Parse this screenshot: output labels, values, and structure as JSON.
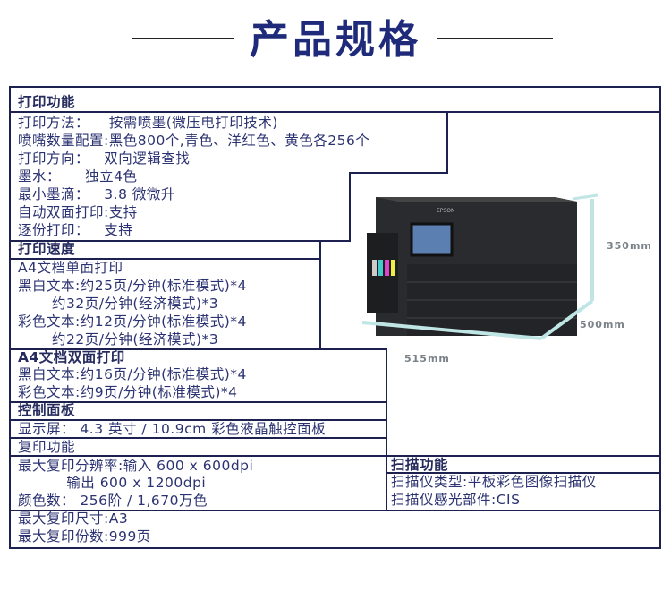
{
  "title": "产品规格",
  "sections": {
    "print_function": {
      "header": "打印功能",
      "rows": [
        "打印方法：    按需喷墨(微压电打印技术)",
        "喷嘴数量配置:黑色800个,青色、洋红色、黄色各256个",
        "打印方向：   双向逻辑查找",
        "墨水：     独立4色",
        "最小墨滴：   3.8 微微升",
        "自动双面打印:支持",
        "逐份打印：   支持"
      ]
    },
    "print_speed": {
      "header": "打印速度",
      "rows": [
        "A4文档单面打印",
        "黑白文本:约25页/分钟(标准模式)*4",
        "       约32页/分钟(经济模式)*3",
        "彩色文本:约12页/分钟(标准模式)*4",
        "       约22页/分钟(经济模式)*3"
      ]
    },
    "duplex": {
      "header": "A4文档双面打印",
      "rows": [
        "黑白文本:约16页/分钟(标准模式)*4",
        "彩色文本:约9页/分钟(标准模式)*4"
      ]
    },
    "control_panel": {
      "header": "控制面板",
      "rows": [
        "显示屏： 4.3 英寸 / 10.9cm 彩色液晶触控面板"
      ]
    },
    "copy": {
      "header": "复印功能",
      "rows": [
        "最大复印分辨率:输入 600 x 600dpi",
        "          输出 600 x 1200dpi",
        "颜色数： 256阶 / 1,670万色",
        "最大复印尺寸:A3",
        "最大复印份数:999页"
      ]
    },
    "scan": {
      "header": "扫描功能",
      "rows": [
        "扫描仪类型:平板彩色图像扫描仪",
        "扫描仪感光部件:CIS"
      ]
    }
  },
  "printer": {
    "brand": "EPSON",
    "height": "350mm",
    "depth": "500mm",
    "width": "515mm"
  }
}
